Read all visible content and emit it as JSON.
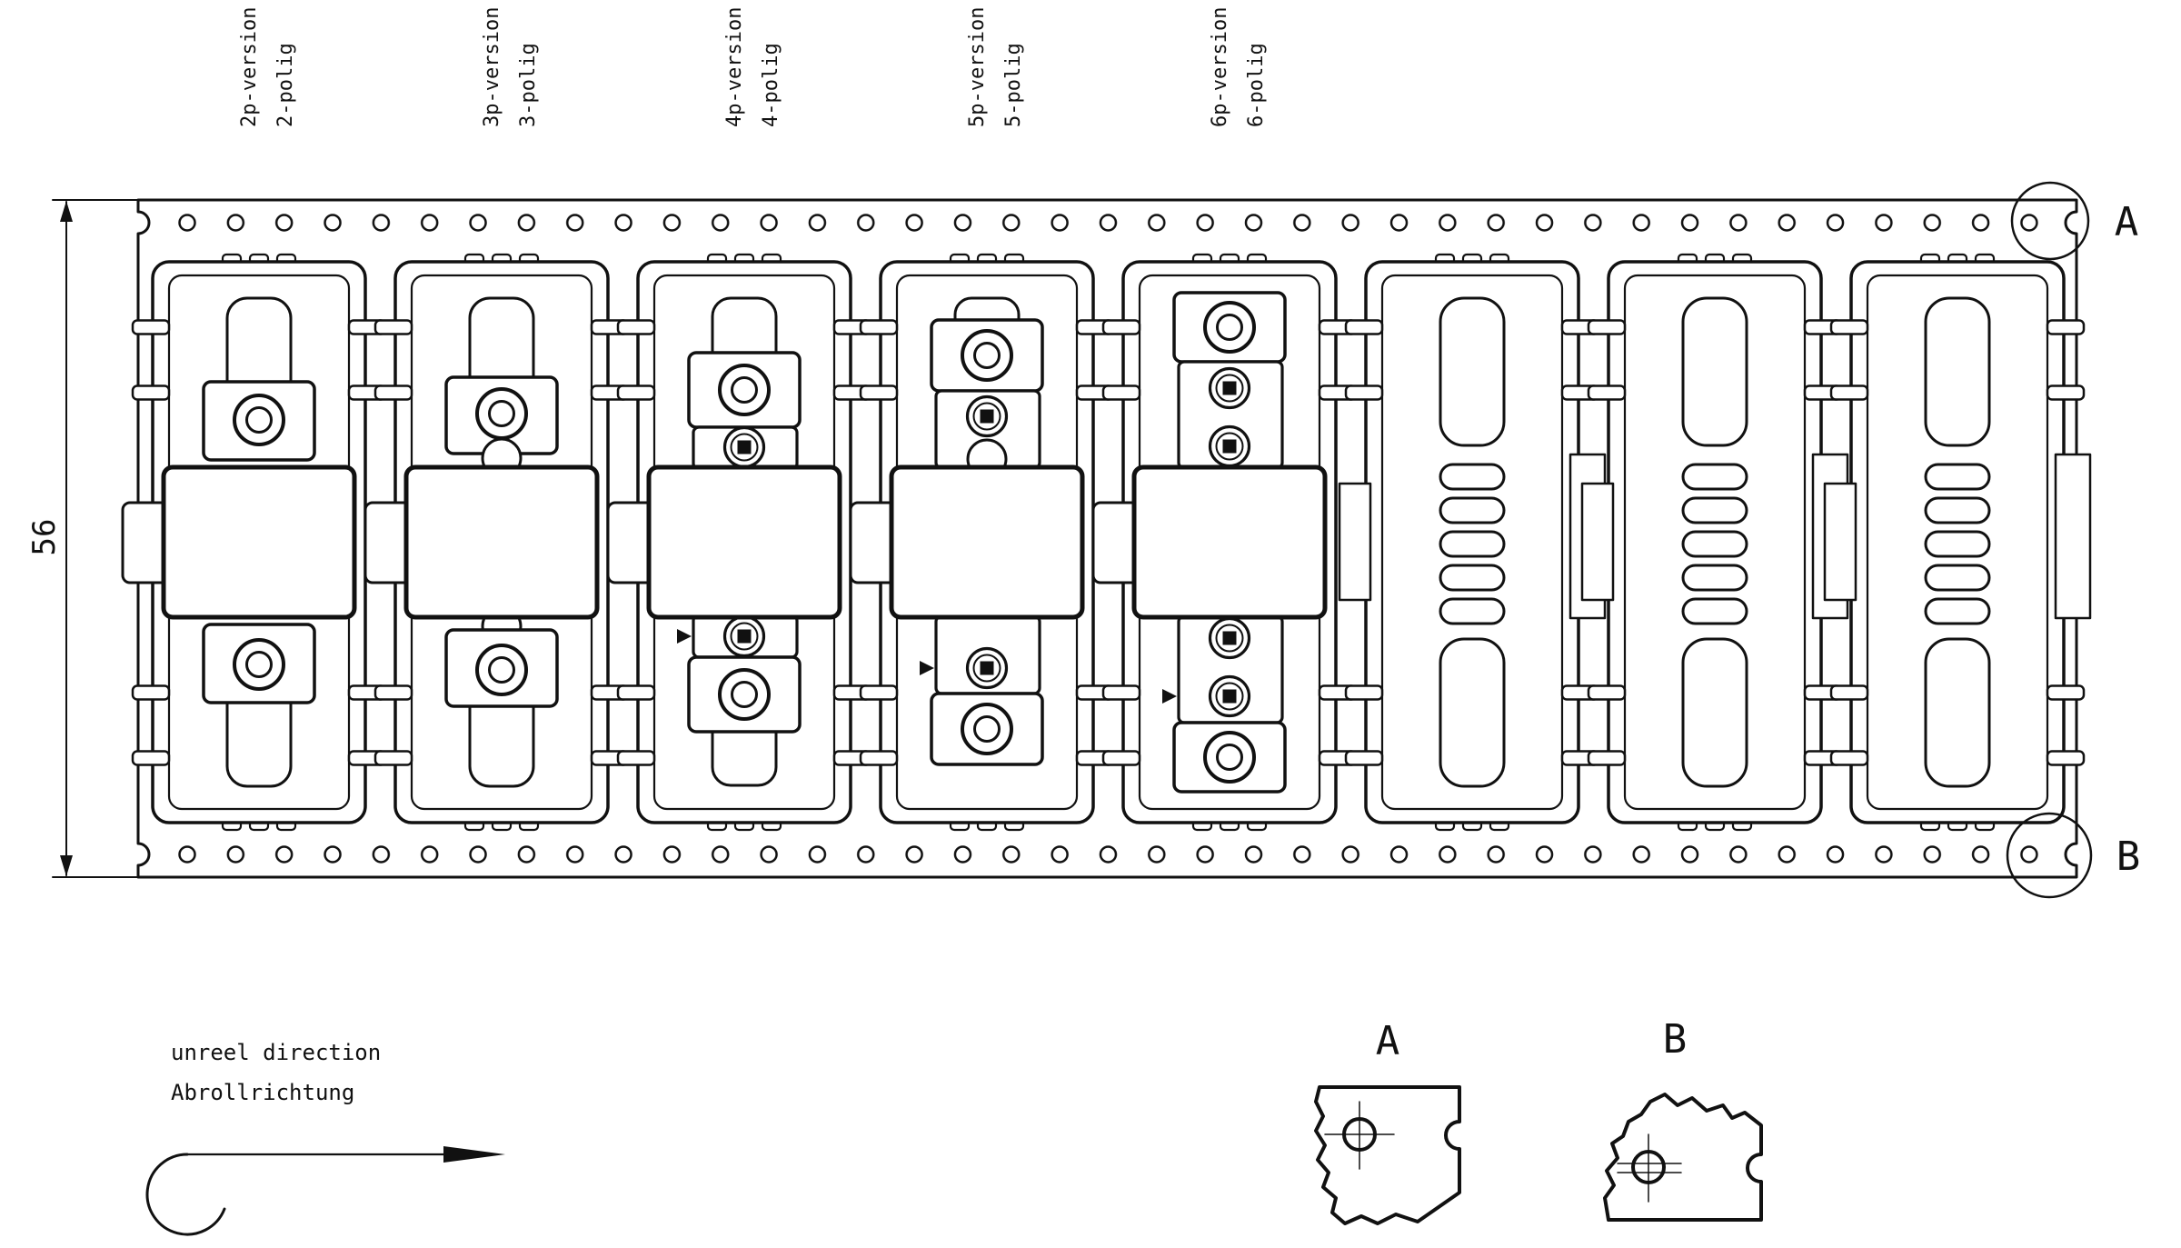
{
  "page": {
    "background": "#ffffff",
    "line_color": "#111111"
  },
  "band": {
    "height_dimension": "56",
    "callout_a": "A",
    "callout_b": "B",
    "version_labels": [
      {
        "line1": "2p-version",
        "line2": "2-polig"
      },
      {
        "line1": "3p-version",
        "line2": "3-polig"
      },
      {
        "line1": "4p-version",
        "line2": "4-polig"
      },
      {
        "line1": "5p-version",
        "line2": "5-polig"
      },
      {
        "line1": "6p-version",
        "line2": "6-polig"
      }
    ],
    "pockets": [
      "2p part",
      "3p part",
      "4p part",
      "5p part",
      "6p part",
      "empty",
      "empty",
      "empty"
    ],
    "sprocket_holes_per_row": 39
  },
  "details": {
    "a": {
      "label": "A"
    },
    "b": {
      "label": "B"
    }
  },
  "unreel": {
    "line1": "unreel direction",
    "line2": "Abrollrichtung"
  }
}
